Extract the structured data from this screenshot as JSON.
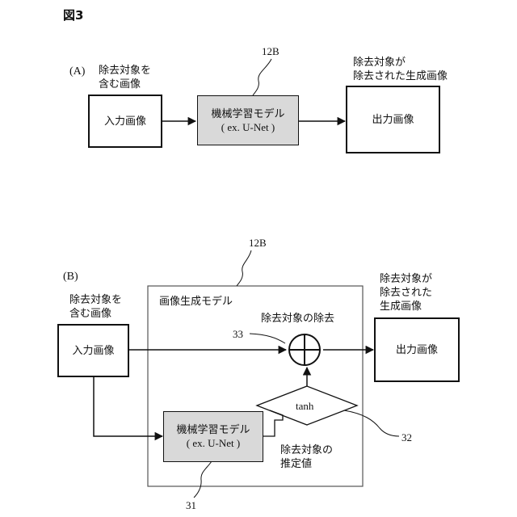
{
  "figure_title": "図3",
  "panel_a": {
    "panel_label": "(A)",
    "input_caption": [
      "除去対象を",
      "含む画像"
    ],
    "input_box": "入力画像",
    "model_ref": "12B",
    "model_box": "機械学習モデル",
    "model_sub": "( ex. U-Net )",
    "output_caption": [
      "除去対象が",
      "除去された生成画像"
    ],
    "output_box": "出力画像"
  },
  "panel_b": {
    "panel_label": "(B)",
    "group_ref": "12B",
    "group_label": "画像生成モデル",
    "input_caption": [
      "除去対象を",
      "含む画像"
    ],
    "input_box": "入力画像",
    "removal_caption": "除去対象の除去",
    "combine_ref": "33",
    "tanh_label": "tanh",
    "tanh_ref": "32",
    "model_box": "機械学習モデル",
    "model_sub": "( ex. U-Net )",
    "model_ref": "31",
    "estimate_caption": [
      "除去対象の",
      "推定値"
    ],
    "output_caption": [
      "除去対象が",
      "除去された",
      "生成画像"
    ],
    "output_box": "出力画像"
  }
}
